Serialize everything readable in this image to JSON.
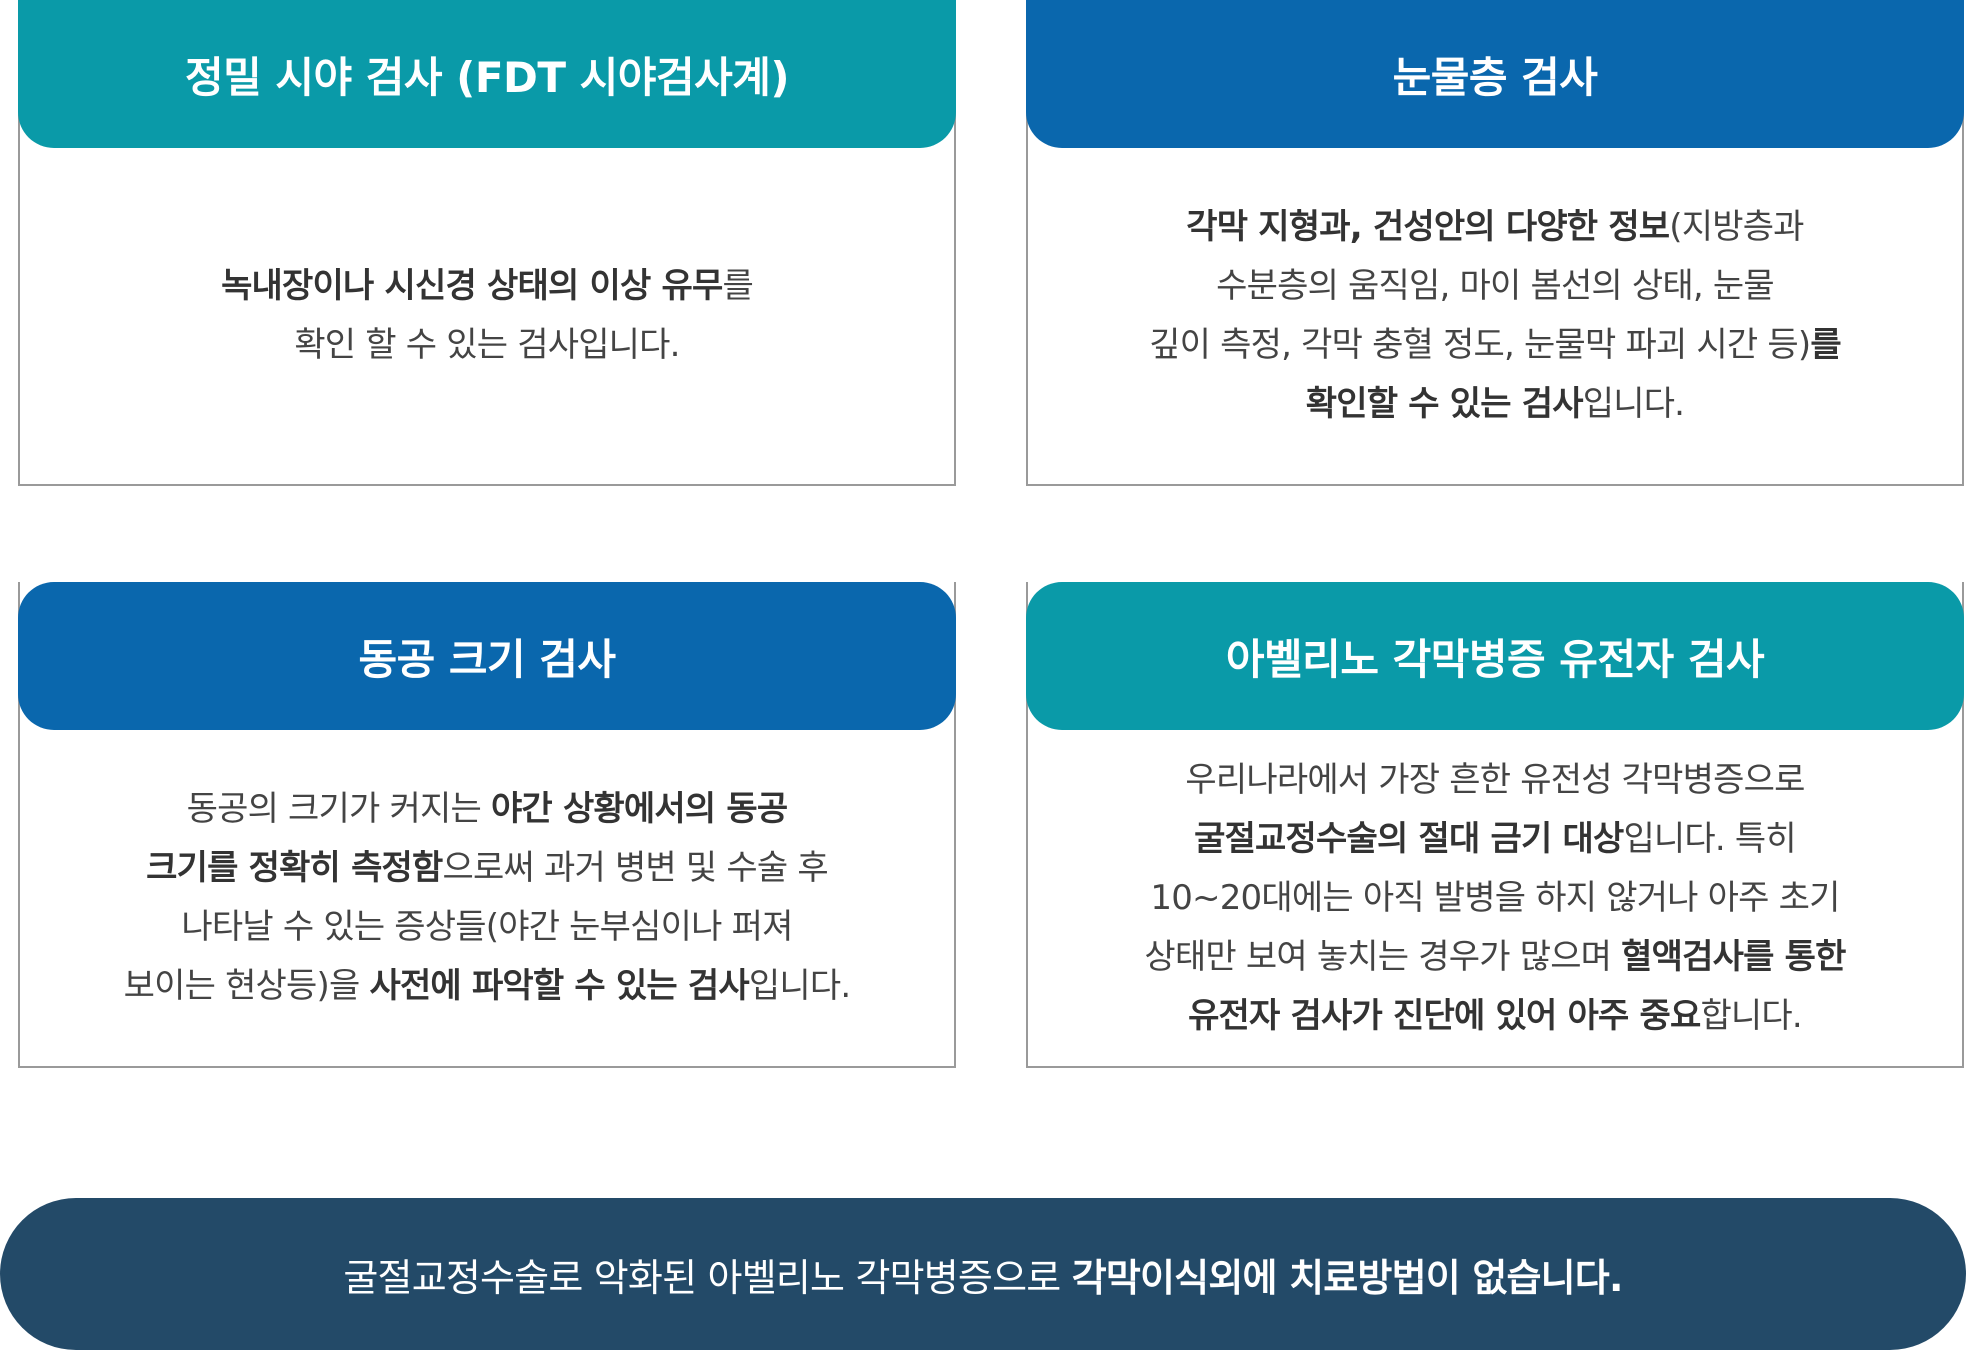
{
  "colors": {
    "teal": "#0a9aa8",
    "blue": "#0a67ad",
    "navy": "#234a68",
    "border": "#9a9a9a"
  },
  "cards": [
    {
      "title": "정밀 시야 검사 (FDT 시야검사계)",
      "lines": [
        [
          {
            "t": "녹내장이나 시신경 상태의 이상 유무",
            "b": true
          },
          {
            "t": "를",
            "b": false
          }
        ],
        [
          {
            "t": "확인 할 수 있는 검사입니다.",
            "b": false
          }
        ]
      ]
    },
    {
      "title": "눈물층 검사",
      "lines": [
        [
          {
            "t": "각막 지형과, 건성안의 다양한 정보",
            "b": true
          },
          {
            "t": "(지방층과",
            "b": false
          }
        ],
        [
          {
            "t": "수분층의 움직임, 마이 봄선의 상태,  눈물",
            "b": false
          }
        ],
        [
          {
            "t": "깊이 측정, 각막 충혈 정도, 눈물막 파괴 시간 등)",
            "b": false
          },
          {
            "t": "를",
            "b": true
          }
        ],
        [
          {
            "t": "확인할 수 있는 검사",
            "b": true
          },
          {
            "t": "입니다.",
            "b": false
          }
        ]
      ]
    },
    {
      "title": "동공 크기 검사",
      "lines": [
        [
          {
            "t": "동공의 크기가 커지는 ",
            "b": false
          },
          {
            "t": "야간 상황에서의 동공",
            "b": true
          }
        ],
        [
          {
            "t": "크기를 정확히 측정함",
            "b": true
          },
          {
            "t": "으로써 과거 병변 및 수술 후",
            "b": false
          }
        ],
        [
          {
            "t": "나타날 수 있는 증상들(야간 눈부심이나 퍼져",
            "b": false
          }
        ],
        [
          {
            "t": "보이는 현상등)을 ",
            "b": false
          },
          {
            "t": "사전에 파악할 수 있는 검사",
            "b": true
          },
          {
            "t": "입니다.",
            "b": false
          }
        ]
      ]
    },
    {
      "title": "아벨리노 각막병증 유전자 검사",
      "lines": [
        [
          {
            "t": "우리나라에서 가장 흔한 유전성 각막병증으로",
            "b": false
          }
        ],
        [
          {
            "t": "굴절교정수술의 절대 금기 대상",
            "b": true
          },
          {
            "t": "입니다. 특히",
            "b": false
          }
        ],
        [
          {
            "t": "10~20대에는 아직 발병을 하지 않거나 아주 초기",
            "b": false
          }
        ],
        [
          {
            "t": "상태만 보여 놓치는 경우가 많으며 ",
            "b": false
          },
          {
            "t": "혈액검사를 통한",
            "b": true
          }
        ],
        [
          {
            "t": "유전자 검사가 진단에 있어 아주 중요",
            "b": true
          },
          {
            "t": "합니다.",
            "b": false
          }
        ]
      ]
    }
  ],
  "banner": {
    "parts": [
      {
        "t": "굴절교정수술로 악화된 아벨리노 각막병증으로 ",
        "b": false
      },
      {
        "t": "각막이식외에 치료방법이 없습니다.",
        "b": true
      }
    ]
  }
}
